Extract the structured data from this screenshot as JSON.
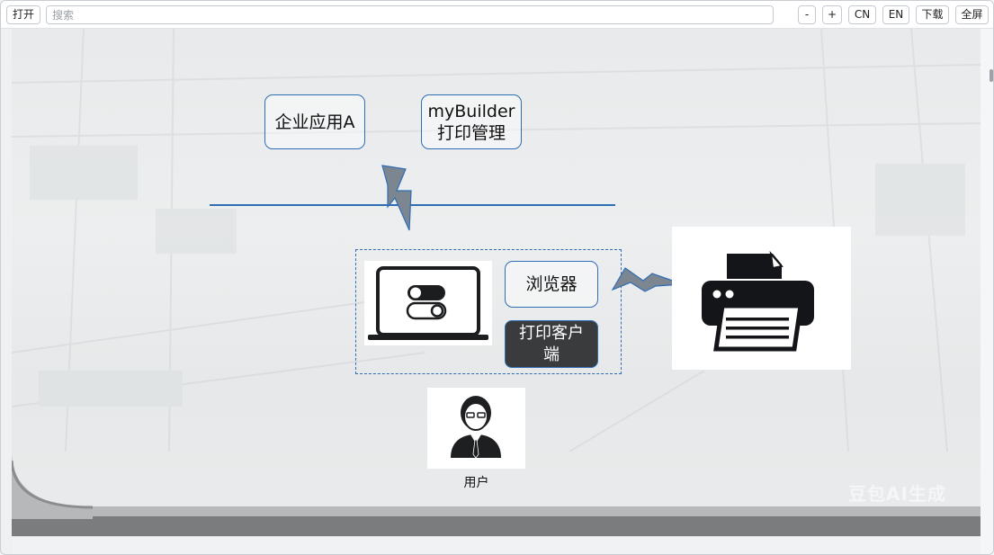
{
  "toolbar": {
    "open_label": "打开",
    "search_placeholder": "搜索",
    "zoom_out_label": "-",
    "zoom_in_label": "+",
    "lang_cn_label": "CN",
    "lang_en_label": "EN",
    "download_label": "下载",
    "fullscreen_label": "全屏"
  },
  "slide": {
    "enterprise_app": "企业应用A",
    "mybuilder_line1": "myBuilder",
    "mybuilder_line2": "打印管理",
    "browser": "浏览器",
    "print_client_line1": "打印客户",
    "print_client_line2": "端",
    "user_caption": "用户",
    "watermark": "豆包AI生成"
  },
  "colors": {
    "accent_blue": "#2f6db5",
    "dark_box": "#3a3b3d",
    "lightning_fill": "#7c8690",
    "band_dark": "#7b7c7e"
  },
  "icons": [
    "lightning-bolt-icon",
    "laptop-icon",
    "toggle-switch-icon",
    "printer-icon",
    "user-avatar-icon"
  ]
}
